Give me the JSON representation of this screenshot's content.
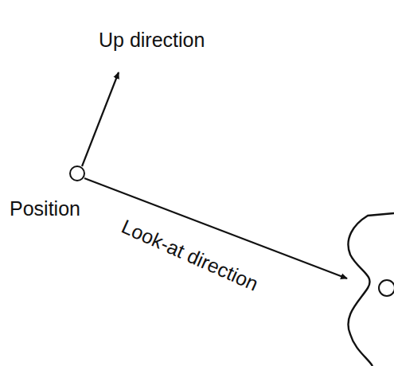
{
  "diagram": {
    "labels": [
      "Up direction",
      "Position",
      "Look-at direction"
    ]
  }
}
